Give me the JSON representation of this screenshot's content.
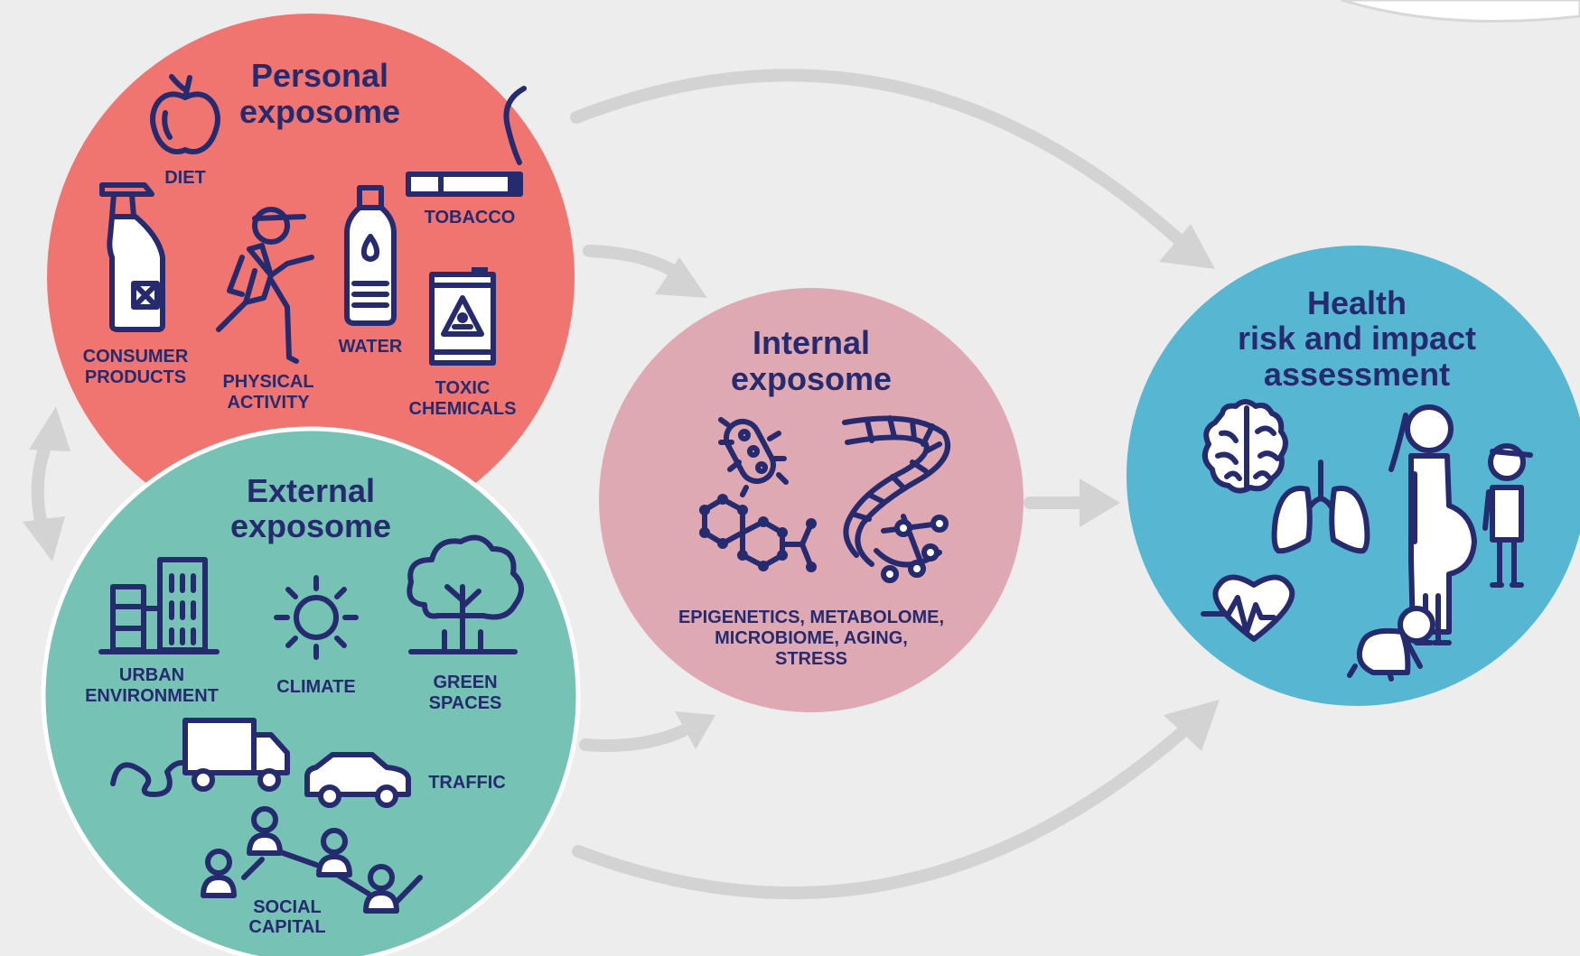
{
  "colors": {
    "background": "#ededed",
    "personal": "#f07570",
    "external": "#76c2b5",
    "internal": "#dfa9b3",
    "health": "#57b7d2",
    "ink": "#262a6e",
    "arrow": "#d3d3d3"
  },
  "personal": {
    "title_line1": "Personal",
    "title_line2": "exposome",
    "diet": "DIET",
    "tobacco": "TOBACCO",
    "consumer_line1": "CONSUMER",
    "consumer_line2": "PRODUCTS",
    "physical_line1": "PHYSICAL",
    "physical_line2": "ACTIVITY",
    "water": "WATER",
    "toxic_line1": "TOXIC",
    "toxic_line2": "CHEMICALS"
  },
  "external": {
    "title_line1": "External",
    "title_line2": "exposome",
    "urban_line1": "URBAN",
    "urban_line2": "ENVIRONMENT",
    "climate": "CLIMATE",
    "green_line1": "GREEN",
    "green_line2": "SPACES",
    "traffic": "TRAFFIC",
    "social_line1": "SOCIAL",
    "social_line2": "CAPITAL"
  },
  "internal": {
    "title_line1": "Internal",
    "title_line2": "exposome",
    "desc_line1": "EPIGENETICS, METABOLOME,",
    "desc_line2": "MICROBIOME, AGING,",
    "desc_line3": "STRESS"
  },
  "health": {
    "title_line1": "Health",
    "title_line2": "risk and impact",
    "title_line3": "assessment"
  },
  "icons": [
    "apple-icon",
    "smoke-icon",
    "cigarette-icon",
    "spray-bottle-icon",
    "runner-icon",
    "water-bottle-icon",
    "toxic-barrel-icon",
    "buildings-icon",
    "sun-icon",
    "tree-icon",
    "truck-icon",
    "car-icon",
    "exhaust-icon",
    "people-network-icon",
    "bacteria-icon",
    "molecule-icon",
    "dna-icon",
    "brain-icon",
    "lungs-icon",
    "heart-icon",
    "pregnant-woman-icon",
    "child-icon",
    "baby-icon"
  ]
}
